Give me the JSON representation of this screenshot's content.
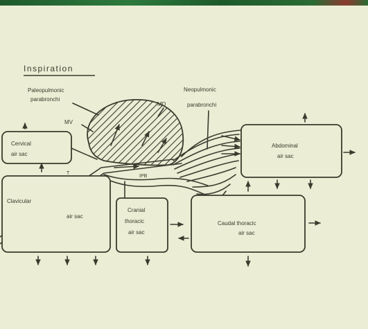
{
  "figure": {
    "title": "Inspiration",
    "labels": {
      "paleopulmonic": "Paleopulmonic",
      "paleopulmonic_2": "parabronchi",
      "neopulmonic": "Neopulmonic",
      "neopulmonic_2": "parabronchi",
      "md": "MD",
      "mv": "MV",
      "cervical": "Cervical",
      "cervical_2": "air sac",
      "clavicular": "Clavicular",
      "clavicular_2": "air sac",
      "cranial": "Cranial",
      "cranial_2": "thoracic",
      "cranial_3": "air sac",
      "caudal": "Caudal thoracic",
      "caudal_2": "air sac",
      "abdominal": "Abdominal",
      "abdominal_2": "air sac",
      "ipb": "IPB",
      "t": "T"
    }
  },
  "colors": {
    "background": "#ebedd4",
    "ink": "#3a3a2e",
    "top_bar": "#2d7a3e"
  }
}
